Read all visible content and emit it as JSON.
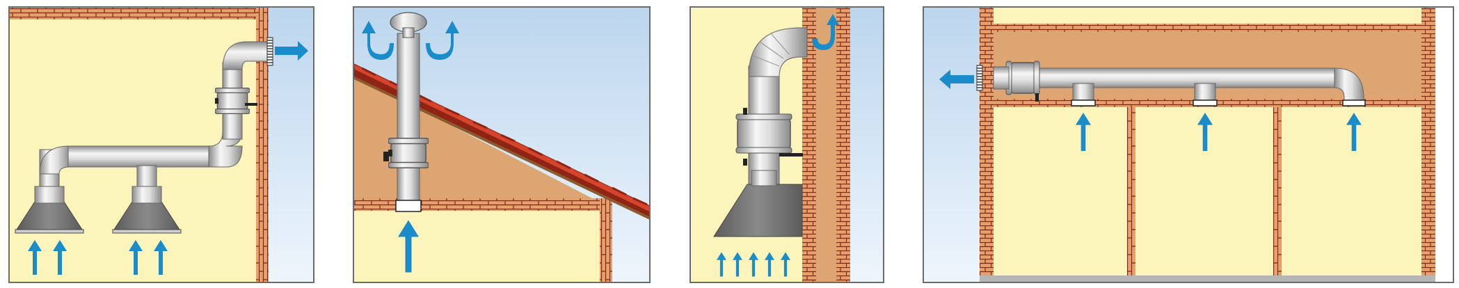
{
  "colors": {
    "frame": "#6b6b6b",
    "sky_top": "#bcd6ee",
    "sky_bottom": "#eef5fc",
    "room": "#fbf4bb",
    "attic": "#dca572",
    "brick": "#e7a06a",
    "mortar": "#7a2a10",
    "roof_tile": "#d6452b",
    "roof_tile_dark": "#8e2514",
    "duct_light": "#f4f4f4",
    "duct_dark": "#8d8d8d",
    "hood": "#6e6e6e",
    "arrow": "#1a8cc9",
    "floor": "#b5b5b5"
  },
  "panels": [
    {
      "name": "kitchen-hoods-wall-exhaust"
    },
    {
      "name": "roof-exhaust-through-attic"
    },
    {
      "name": "hood-exhaust-through-chimney-wall"
    },
    {
      "name": "ceiling-duct-multi-room-exhaust"
    }
  ],
  "icons": {
    "airflow": "airflow-arrow-icon",
    "fan": "inline-duct-fan-icon",
    "grille": "vent-grille-icon",
    "roof_cap": "roof-vent-cap-icon"
  }
}
